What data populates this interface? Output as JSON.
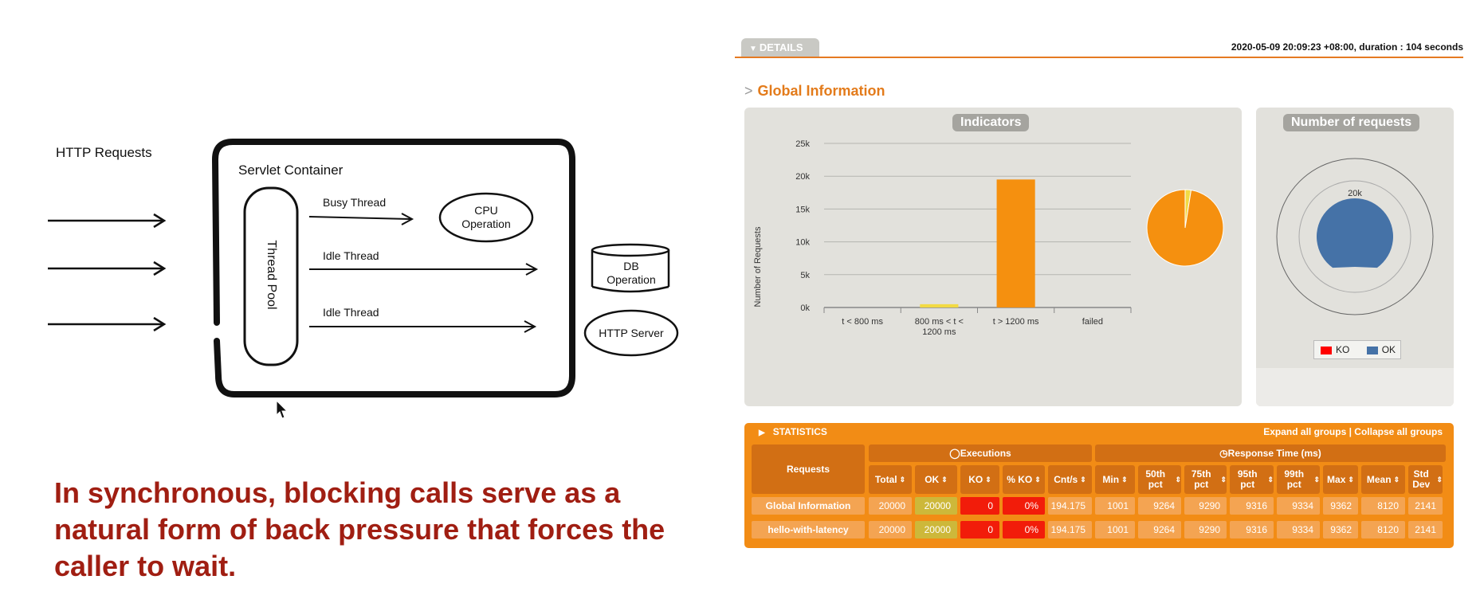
{
  "diagram": {
    "http_requests": "HTTP Requests",
    "servlet_container": "Servlet Container",
    "thread_pool": "Thread Pool",
    "busy_thread": "Busy Thread",
    "idle_thread_1": "Idle Thread",
    "idle_thread_2": "Idle Thread",
    "cpu_line1": "CPU",
    "cpu_line2": "Operation",
    "db_line1": "DB",
    "db_line2": "Operation",
    "http_server": "HTTP Server"
  },
  "caption": "In synchronous, blocking calls serve as a natural form of back pressure that forces the caller to wait.",
  "report": {
    "details_tab": "DETAILS",
    "run_info": "2020-05-09 20:09:23 +08:00, duration : 104 seconds",
    "section_title": "Global Information",
    "indicators_title": "Indicators",
    "requests_title": "Number of requests",
    "legend": {
      "ko": "KO",
      "ok": "OK"
    },
    "colors": {
      "accent": "#f28c15",
      "ko": "#ff0000",
      "ok": "#4572a7",
      "bar_mid": "#f2da44",
      "bar_high": "#f5900f"
    }
  },
  "chart_data": [
    {
      "type": "bar",
      "title": "Indicators",
      "ylabel": "Number of Requests",
      "xlabel": "",
      "categories": [
        "t < 800 ms",
        "800 ms < t < 1200 ms",
        "t > 1200 ms",
        "failed"
      ],
      "values": [
        0,
        500,
        19500,
        0
      ],
      "yticks": [
        "0k",
        "5k",
        "10k",
        "15k",
        "20k",
        "25k"
      ],
      "ylim": [
        0,
        25000
      ],
      "grid": true
    },
    {
      "type": "pie",
      "title": "",
      "labels": [
        "t < 800 ms",
        "800 ms < t < 1200 ms",
        "t > 1200 ms",
        "failed"
      ],
      "values": [
        0,
        500,
        19500,
        0
      ]
    },
    {
      "type": "pie",
      "title": "Number of requests",
      "labels": [
        "KO",
        "OK"
      ],
      "values": [
        0,
        20000
      ],
      "tick_label": "20k"
    }
  ],
  "stats": {
    "header": "STATISTICS",
    "expand": "Expand all groups",
    "sep": " | ",
    "collapse": "Collapse all groups",
    "group_executions": "Executions",
    "group_response": "Response Time (ms)",
    "requests_label": "Requests",
    "columns": [
      "Total",
      "OK",
      "KO",
      "% KO",
      "Cnt/s",
      "Min",
      "50th pct",
      "75th pct",
      "95th pct",
      "99th pct",
      "Max",
      "Mean",
      "Std Dev"
    ],
    "rows": [
      {
        "name": "Global Information",
        "values": [
          "20000",
          "20000",
          "0",
          "0%",
          "194.175",
          "1001",
          "9264",
          "9290",
          "9316",
          "9334",
          "9362",
          "8120",
          "2141"
        ]
      },
      {
        "name": "hello-with-latency",
        "values": [
          "20000",
          "20000",
          "0",
          "0%",
          "194.175",
          "1001",
          "9264",
          "9290",
          "9316",
          "9334",
          "9362",
          "8120",
          "2141"
        ]
      }
    ]
  }
}
